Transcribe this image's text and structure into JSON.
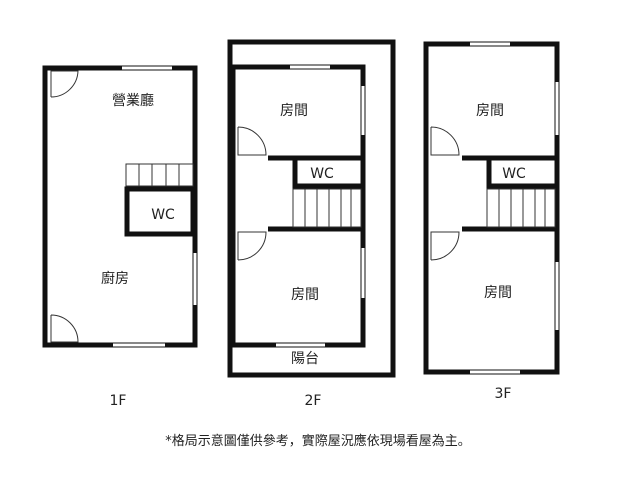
{
  "floors": [
    {
      "label": "1F",
      "rooms": {
        "hall": "營業廳",
        "wc": "WC",
        "kitchen": "廚房"
      }
    },
    {
      "label": "2F",
      "rooms": {
        "room_top": "房間",
        "wc": "WC",
        "room_bottom": "房間",
        "balcony": "陽台"
      }
    },
    {
      "label": "3F",
      "rooms": {
        "room_top": "房間",
        "wc": "WC",
        "room_bottom": "房間"
      }
    }
  ],
  "footnote": "*格局示意圖僅供參考，實際屋況應依現場看屋為主。"
}
